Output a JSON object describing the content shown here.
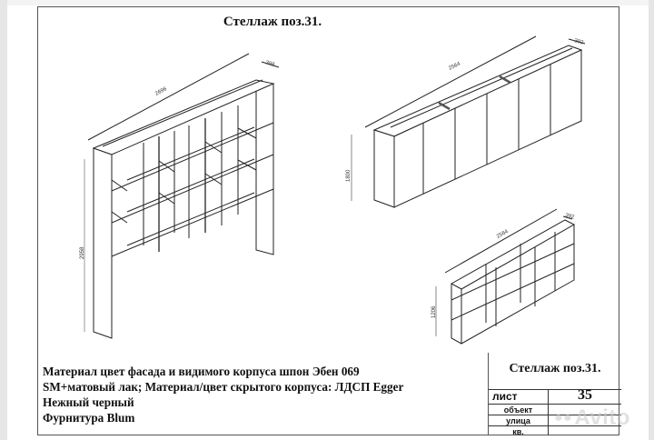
{
  "sheet": {
    "title": "Стеллаж поз.31.",
    "notes": [
      "Материал цвет фасада и видимого корпуса шпон Эбен 069",
      "SM+матовый лак; Материал/цвет скрытого корпуса: ЛДСП Egger",
      "Нежный черный",
      "Фурнитура Blum"
    ]
  },
  "drawings": {
    "left_shelf": {
      "width_dim": "2696",
      "depth_dim": "398",
      "height_dim": "2958"
    },
    "top_right_cabinet": {
      "width_dim": "2564",
      "depth_dim": "392",
      "height_dim": "1800"
    },
    "bottom_right_shelf": {
      "width_dim": "2564",
      "depth_dim": "392",
      "height_dim": "1206"
    }
  },
  "stamp": {
    "title": "Стеллаж поз.31.",
    "rows": [
      {
        "label": "лист",
        "value": "35"
      },
      {
        "label": "объект",
        "value": ""
      },
      {
        "label": "улица",
        "value": ""
      },
      {
        "label": "кв.",
        "value": ""
      }
    ]
  },
  "watermark": {
    "text": "Avito"
  },
  "colors": {
    "line": "#222222",
    "frame": "#555555",
    "paper": "#ffffff"
  }
}
